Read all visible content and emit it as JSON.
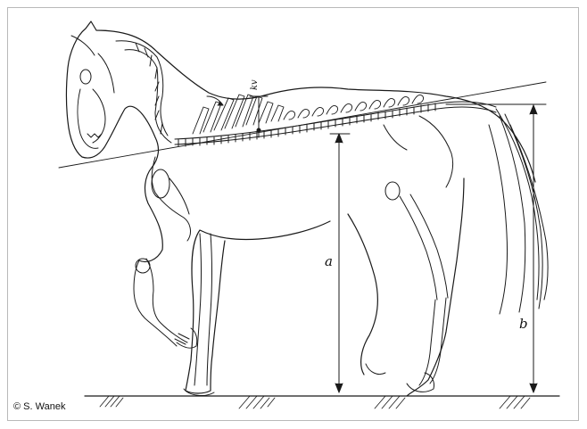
{
  "labels": {
    "a": "a",
    "b": "b",
    "kv": "kv"
  },
  "copyright": "© S. Wanek",
  "colors": {
    "ink": "#1a1a1a",
    "frame": "#b9b9b9",
    "background": "#ffffff"
  }
}
